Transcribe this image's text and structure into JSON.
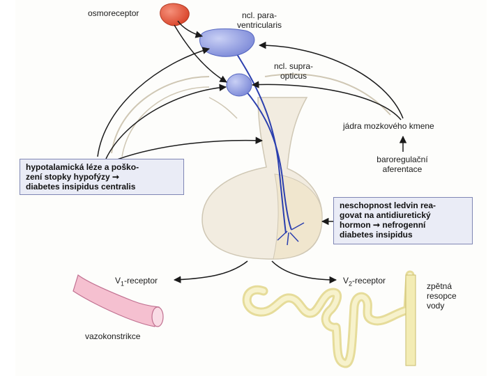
{
  "labels": {
    "osmoreceptor": "osmoreceptor",
    "paraventricularis_1": "ncl. para-",
    "paraventricularis_2": "ventricularis",
    "supraopticus_1": "ncl. supra-",
    "supraopticus_2": "opticus",
    "brainstem": "jádra mozkového kmene",
    "baroreg_1": "baroregulační",
    "baroreg_2": "aferentace",
    "v1_prefix": "V",
    "v1_sub": "1",
    "v1_suffix": "-receptor",
    "v2_prefix": "V",
    "v2_sub": "2",
    "v2_suffix": "-receptor",
    "vasoconstriction": "vazokonstrikce",
    "reabsorption_1": "zpětná",
    "reabsorption_2": "resopce",
    "reabsorption_3": "vody"
  },
  "central_box": {
    "line1": "hypotalamická léze a poško-",
    "line2": "zení stopky hypofýzy ➞",
    "line3": "diabetes insipidus centralis"
  },
  "renal_box": {
    "line1": "neschopnost ledvin rea-",
    "line2": "govat na antidiuretický",
    "line3": "hormon ➞ nefrogenní",
    "line4": "diabetes insipidus"
  },
  "colors": {
    "osmoreceptor": "#e4553a",
    "nucleus": "#8f9be0",
    "axon": "#2b3fae",
    "gland": "#f2ece0",
    "posterior_lobe": "#f0e6ce",
    "vessel": "#f5c0d0",
    "tubule": "#f3ecb4",
    "box_fill": "#eaecf6",
    "box_border": "#7f86b4"
  }
}
